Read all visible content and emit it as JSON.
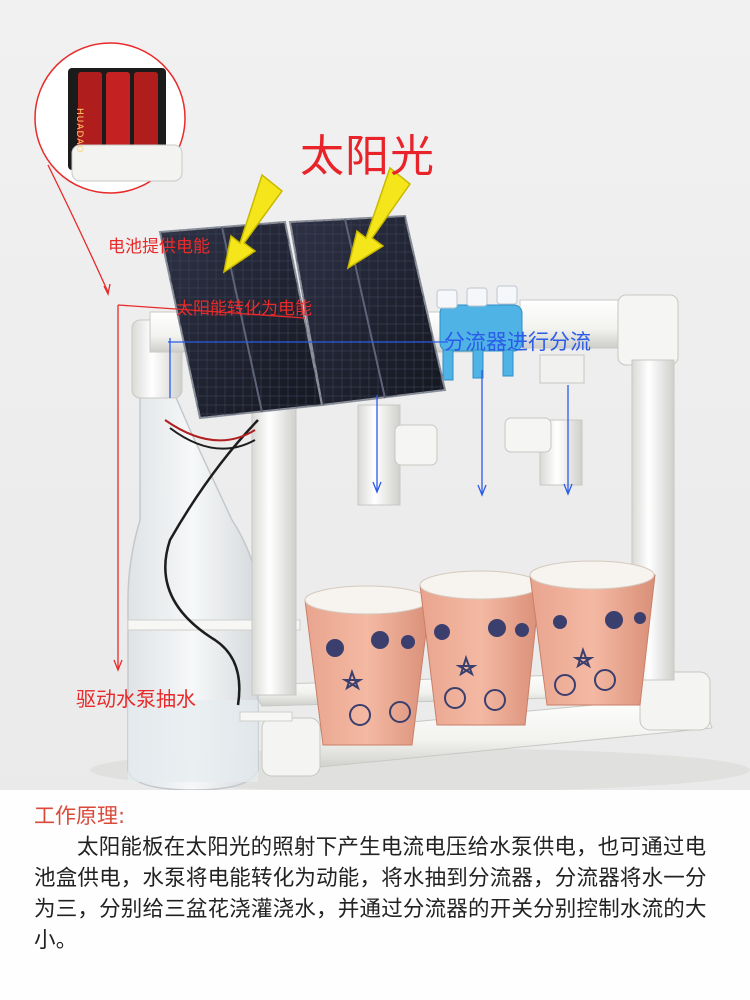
{
  "labels": {
    "sunlight": "太阳光",
    "battery_supply": "电池提供电能",
    "solar_conversion": "太阳能转化为电能",
    "splitter": "分流器进行分流",
    "pump": "驱动水泵抽水"
  },
  "battery_brand": "HUADAO",
  "principle": {
    "title": "工作原理:",
    "body": "太阳能板在太阳光的照射下产生电流电压给水泵供电，也可通过电池盒供电，水泵将电能转化为动能，将水抽到分流器，分流器将水一分为三，分别给三盆花浇灌浇水，并通过分流器的开关分别控制水流的大小。"
  },
  "colors": {
    "annotation_red": "#e82a2a",
    "annotation_blue": "#2a5be8",
    "arrow_yellow": "#f5e61c",
    "splitter_blue": "#4fb3e6"
  },
  "icons": [
    "sunlight-arrow",
    "battery-box",
    "solar-panel",
    "water-splitter",
    "paper-cup"
  ]
}
